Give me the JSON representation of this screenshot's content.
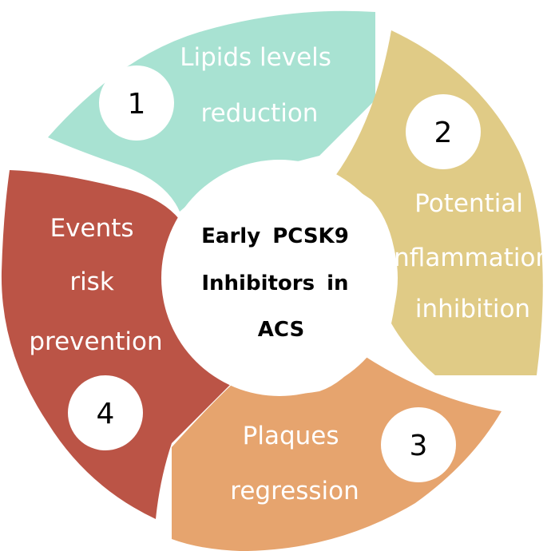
{
  "center": {
    "lines": [
      "Early PCSK9",
      "Inhibitors in",
      "ACS"
    ]
  },
  "segments": [
    {
      "number": "1",
      "lines": [
        "Lipids levels",
        "reduction"
      ],
      "color": "#a8e2d2"
    },
    {
      "number": "2",
      "lines": [
        "Potential",
        "Inflammation",
        "inhibition"
      ],
      "color": "#e0cb86"
    },
    {
      "number": "3",
      "lines": [
        "Plaques",
        "regression"
      ],
      "color": "#e6a46e"
    },
    {
      "number": "4",
      "lines": [
        "Events",
        "risk",
        "prevention"
      ],
      "color": "#bb5446"
    }
  ]
}
